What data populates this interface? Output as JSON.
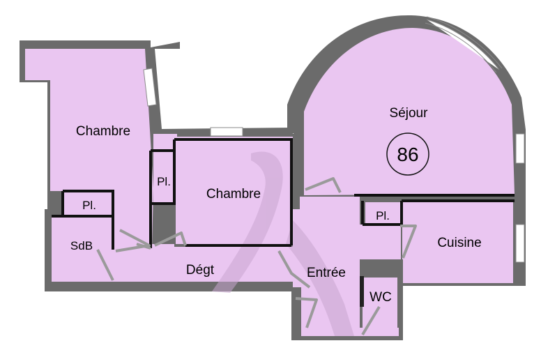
{
  "plan": {
    "rooms": {
      "chambre1": "Chambre",
      "chambre2": "Chambre",
      "placard1": "Pl.",
      "placard2": "Pl.",
      "placard3": "Pl.",
      "salle_de_bain": "SdB",
      "degagement": "Dégt",
      "sejour": "Séjour",
      "entree": "Entrée",
      "cuisine": "Cuisine",
      "wc": "WC"
    },
    "area_badge": "86"
  },
  "colors": {
    "room_fill": "#eac6f1",
    "wall": "#6b6b6b",
    "window": "#ffffff",
    "watermark": "#c9a6cf"
  }
}
